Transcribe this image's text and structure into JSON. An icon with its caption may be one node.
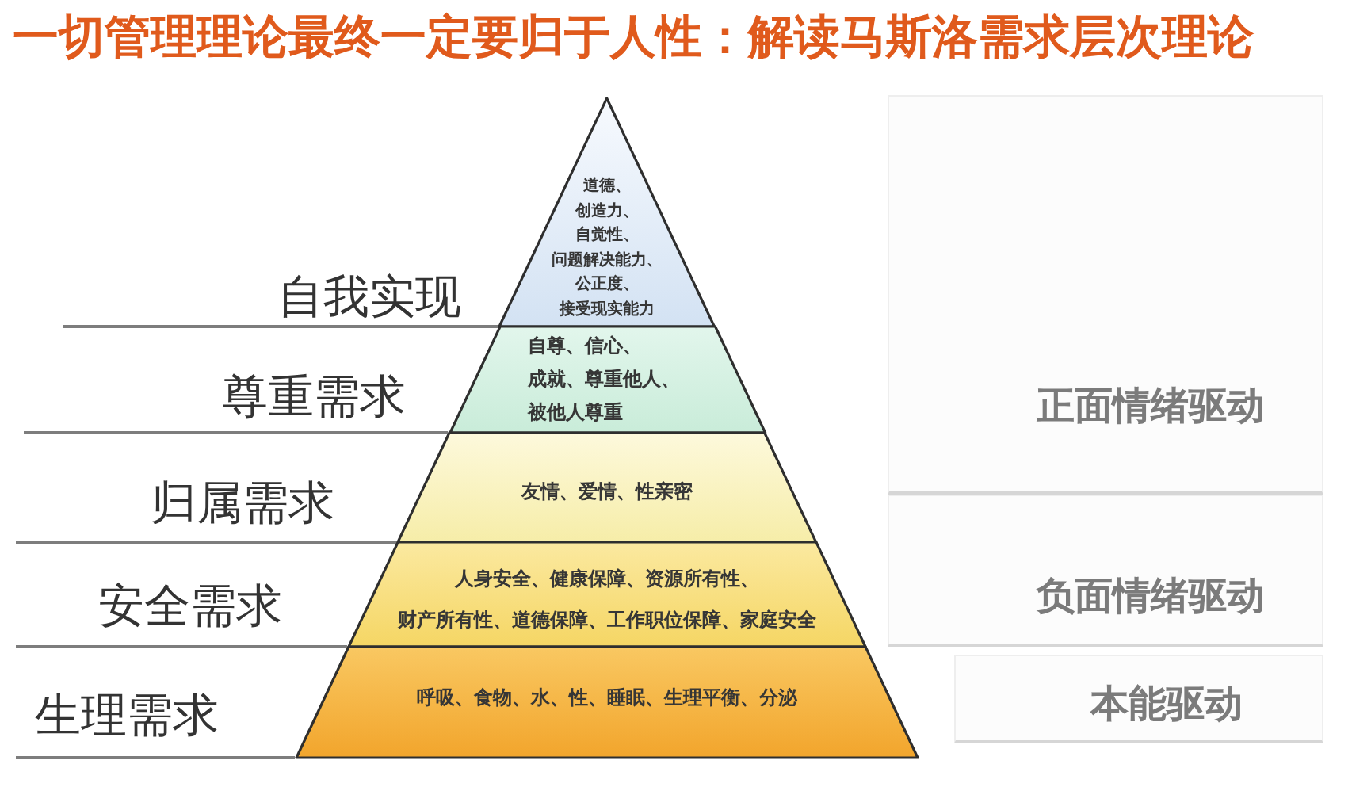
{
  "diagram": {
    "title": "一切管理理论最终一定要归于人性：解读马斯洛需求层次理论",
    "nodes": [
      {
        "text": [
          "自我实现",
          "道德、创造力、自觉性、问题解决能力、公正度、接受现实能力"
        ]
      },
      {
        "text": [
          "尊重需求",
          "自尊、信心、成就、尊重他人、被他人尊重"
        ]
      },
      {
        "text": [
          "归属需求",
          "友情、爱情、性亲密"
        ]
      },
      {
        "text": [
          "安全需求",
          "人身安全、健康保障、资源所有性、财产所有性、道德保障、工作职位保障、家庭安全"
        ]
      },
      {
        "text": [
          "生理需求",
          "呼吸、食物、水、性、睡眠、生理平衡、分泌"
        ]
      },
      {
        "text": [
          "正面情绪驱动"
        ]
      },
      {
        "text": [
          "负面情绪驱动"
        ]
      },
      {
        "text": [
          "本能驱动"
        ]
      }
    ]
  }
}
